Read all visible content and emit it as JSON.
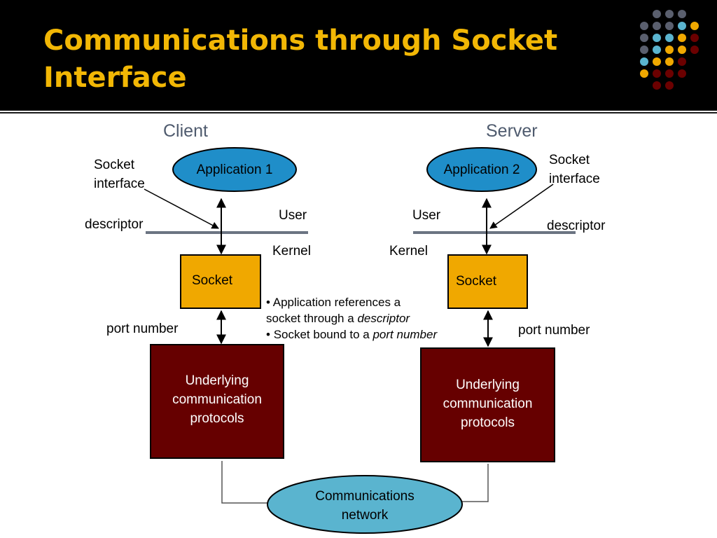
{
  "slide": {
    "title_line1": "Communications through Socket",
    "title_line2": "Interface",
    "colors": {
      "header_bg": "#000000",
      "title": "#f2b705",
      "app_ellipse": "#1f8ec9",
      "socket_box": "#f0a800",
      "protocol_box": "#660000",
      "network_ellipse": "#5ab4cf",
      "boundary_line": "#6b7482"
    }
  },
  "client": {
    "heading": "Client",
    "application": "Application 1",
    "socket_interface_line1": "Socket",
    "socket_interface_line2": "interface",
    "descriptor": "descriptor",
    "user": "User",
    "kernel": "Kernel",
    "socket": "Socket",
    "port_number": "port number",
    "protocols_line1": "Underlying",
    "protocols_line2": "communication",
    "protocols_line3": "protocols"
  },
  "server": {
    "heading": "Server",
    "application": "Application 2",
    "socket_interface_line1": "Socket",
    "socket_interface_line2": "interface",
    "descriptor": "descriptor",
    "user": "User",
    "kernel": "Kernel",
    "socket": "Socket",
    "port_number": "port number",
    "protocols_line1": "Underlying",
    "protocols_line2": "communication",
    "protocols_line3": "protocols"
  },
  "network": {
    "line1": "Communications",
    "line2": "network"
  },
  "notes": {
    "bullet": "•",
    "note1_prefix": "Application references a",
    "note1_line2": "socket through a",
    "note1_term": "descriptor",
    "note2_prefix": "Socket bound to a",
    "note2_term": "port number"
  }
}
